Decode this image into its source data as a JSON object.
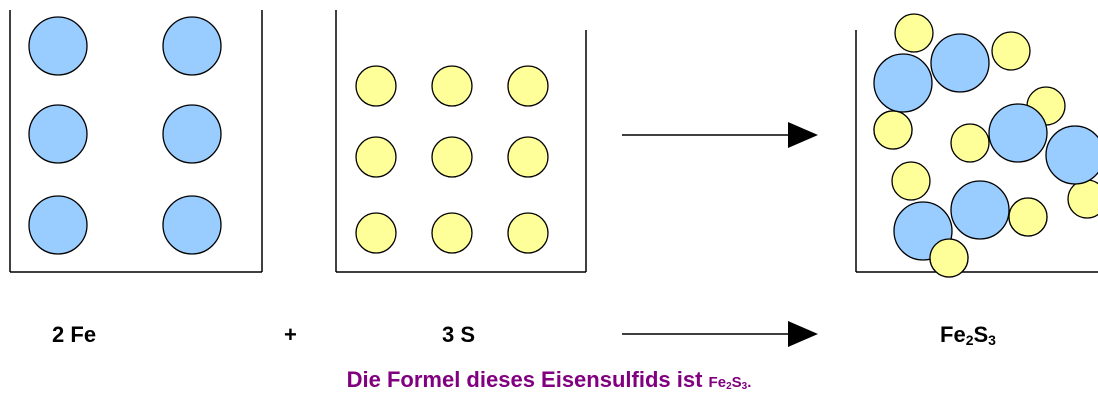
{
  "colors": {
    "fe_atom": "#99ccff",
    "s_atom": "#ffff99",
    "caption": "#800080",
    "outline": "#000000"
  },
  "labels": {
    "fe_count": "2",
    "fe_symbol": "Fe",
    "plus": "+",
    "s_count": "3",
    "s_symbol": "S",
    "product_fe": "Fe",
    "product_fe_sub": "2",
    "product_s": "S",
    "product_s_sub": "3"
  },
  "caption": {
    "text": "Die Formel dieses Eisensulfids ist",
    "formula_fe": "Fe",
    "formula_fe_sub": "2",
    "formula_s": "S",
    "formula_s_sub": "3",
    "formula_end": "."
  },
  "reactants": {
    "iron_atoms": 6,
    "sulfur_atoms": 9
  },
  "product": {
    "iron_atoms": 6,
    "sulfur_atoms": 9
  }
}
